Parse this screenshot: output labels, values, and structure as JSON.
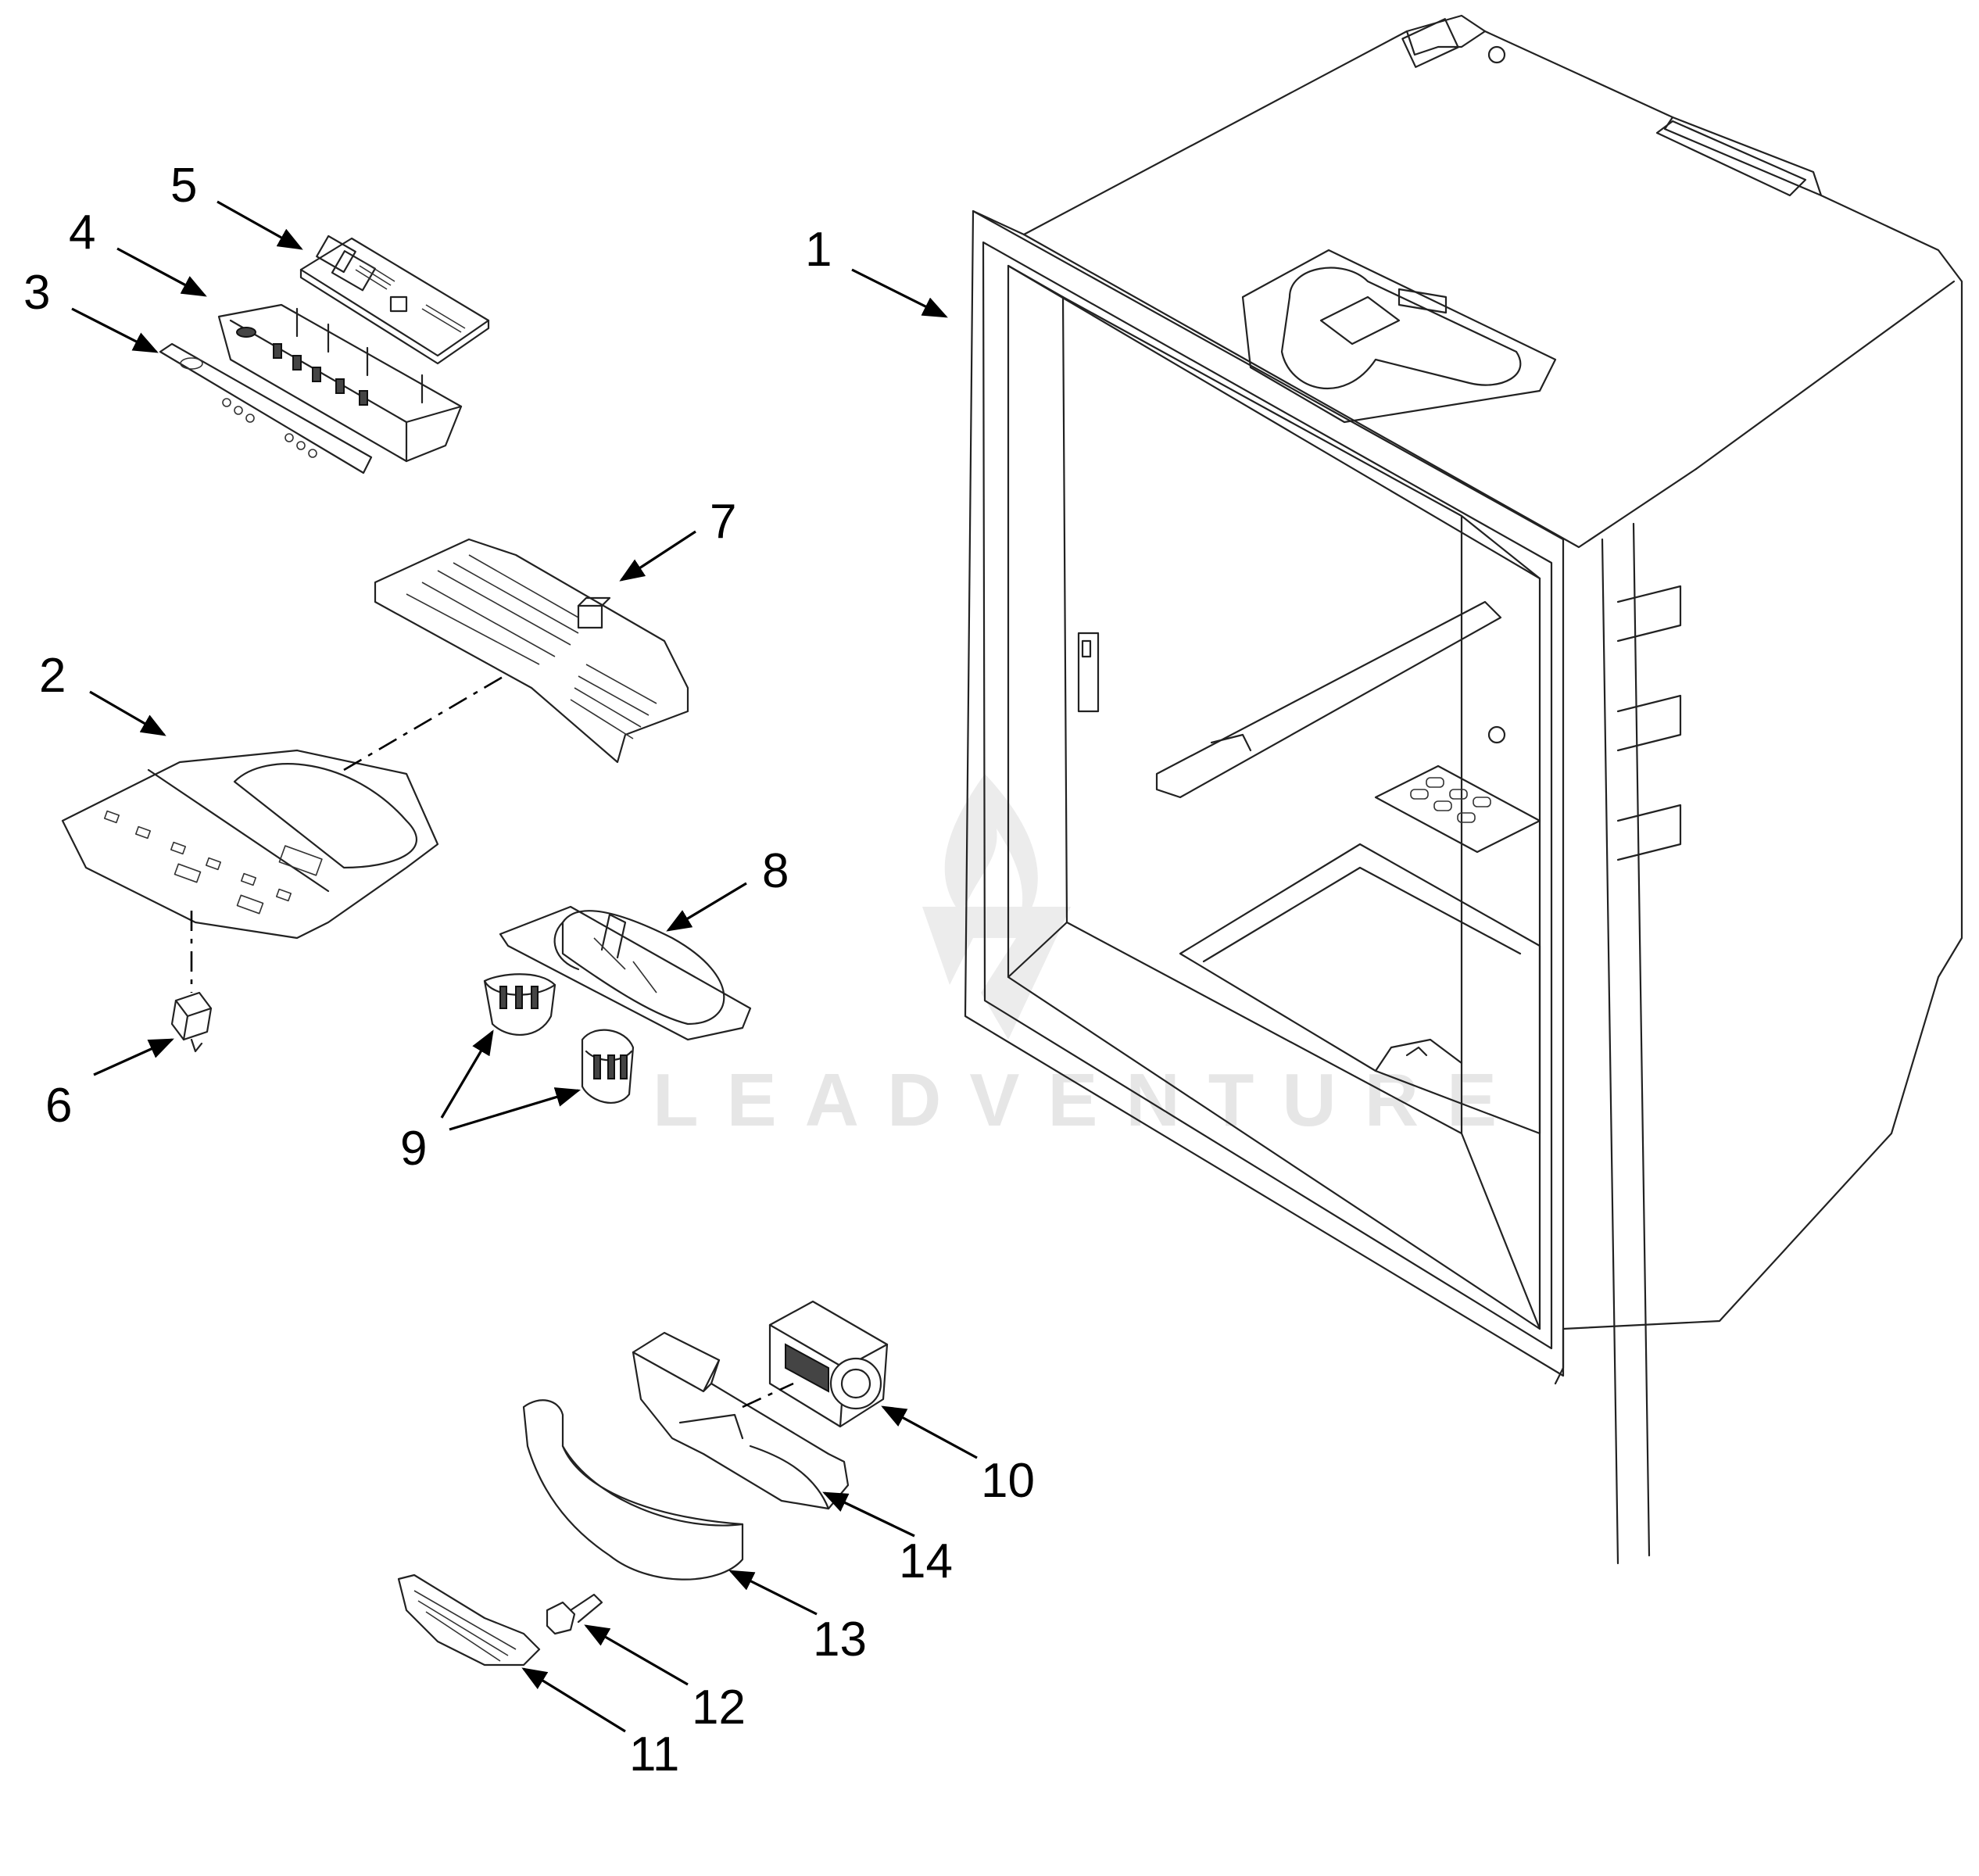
{
  "diagram": {
    "callouts": [
      {
        "id": "1",
        "label": "1"
      },
      {
        "id": "2",
        "label": "2"
      },
      {
        "id": "3",
        "label": "3"
      },
      {
        "id": "4",
        "label": "4"
      },
      {
        "id": "5",
        "label": "5"
      },
      {
        "id": "6",
        "label": "6"
      },
      {
        "id": "7",
        "label": "7"
      },
      {
        "id": "8",
        "label": "8"
      },
      {
        "id": "9",
        "label": "9"
      },
      {
        "id": "10",
        "label": "10"
      },
      {
        "id": "11",
        "label": "11"
      },
      {
        "id": "12",
        "label": "12"
      },
      {
        "id": "13",
        "label": "13"
      },
      {
        "id": "14",
        "label": "14"
      }
    ],
    "watermark": {
      "text": "LEADVENTURE"
    },
    "colors": {
      "line": "#222222",
      "background": "#ffffff",
      "watermark": "#e6e6e6"
    }
  }
}
